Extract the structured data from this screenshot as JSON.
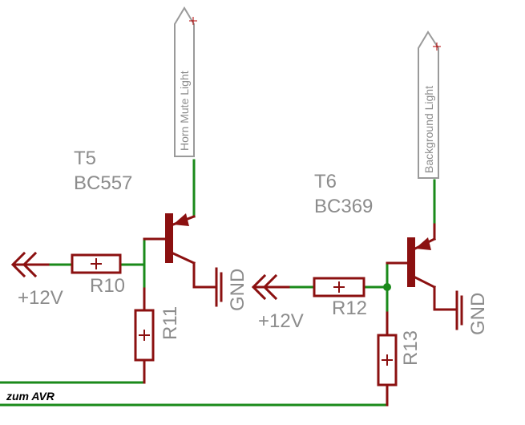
{
  "transistors": [
    {
      "ref": "T5",
      "part": "BC557"
    },
    {
      "ref": "T6",
      "part": "BC369"
    }
  ],
  "resistors": [
    "R10",
    "R11",
    "R12",
    "R13"
  ],
  "supply_labels": [
    "+12V",
    "+12V"
  ],
  "ground_labels": [
    "GND",
    "GND"
  ],
  "ports": [
    "Horn Mute Light",
    "Background Light"
  ],
  "nets": {
    "avr": "zum AVR"
  },
  "colors": {
    "wire": "#1a8a1a",
    "component": "#8b1010",
    "label": "#8c8c8c"
  }
}
